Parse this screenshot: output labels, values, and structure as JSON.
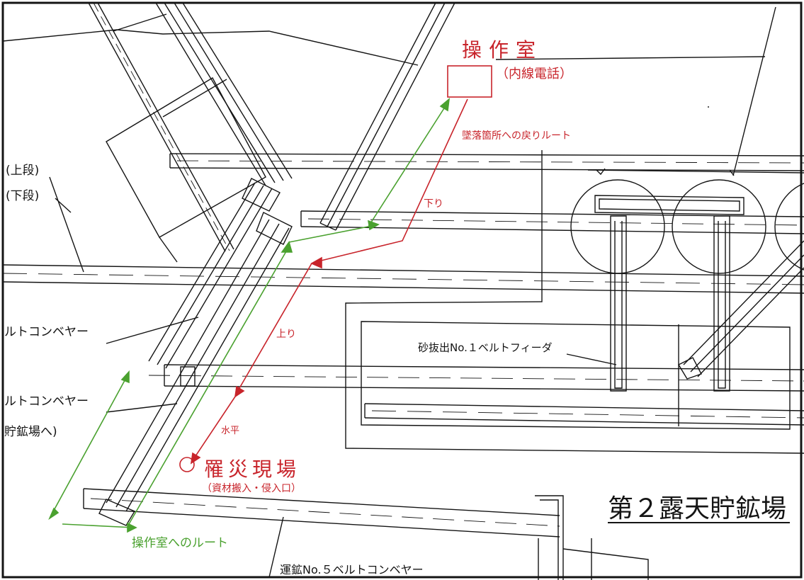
{
  "colors": {
    "ink": "#141414",
    "red_route": "#c8242b",
    "green_route": "#4aa12f",
    "paper": "#ffffff"
  },
  "labels": {
    "control_room": "操作室",
    "extension_phone": "（内線電話）",
    "return_route": "墜落箇所への戻りルート",
    "down": "下り",
    "up": "上り",
    "horizontal": "水平",
    "accident_site": "罹災現場",
    "entry_point": "（資材搬入・侵入口）",
    "route_to_control": "操作室へのルート",
    "upper_stage": "(上段)",
    "lower_stage": "(下段)",
    "belt_conveyor_a": "ルトコンベヤー",
    "belt_conveyor_b": "ルトコンベヤー",
    "to_storage": "貯鉱場へ)",
    "feeder": "砂抜出No.１ベルトフィーダ",
    "storage_yard": "第２露天貯鉱場",
    "conveyor_no5": "運鉱No.５ベルトコンベヤー"
  }
}
